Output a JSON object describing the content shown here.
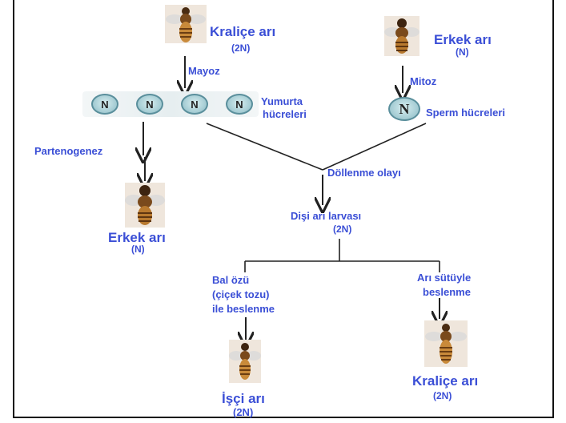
{
  "queen_top": {
    "title": "Kraliçe arı",
    "ploidy": "(2N)"
  },
  "drone_top": {
    "title": "Erkek arı",
    "ploidy": "(N)"
  },
  "mayoz": "Mayoz",
  "mitoz": "Mitoz",
  "egg_cells": {
    "symbol": "N",
    "label_line1": "Yumurta",
    "label_line2": "hücreleri"
  },
  "sperm": {
    "symbol": "N",
    "label": "Sperm hücreleri"
  },
  "partenogenez": "Partenogenez",
  "drone_bottom": {
    "title": "Erkek arı",
    "ploidy": "(N)"
  },
  "fertilization": "Döllenme olayı",
  "larva": {
    "title": "Dişi arı larvası",
    "ploidy": "(2N)"
  },
  "left_feed": {
    "line1": "Bal özü",
    "line2": "(çiçek tozu)",
    "line3": "ile beslenme"
  },
  "right_feed": {
    "line1": "Arı sütüyle",
    "line2": "beslenme"
  },
  "worker": {
    "title": "İşçi arı",
    "ploidy": "(2N)"
  },
  "queen_bottom": {
    "title": "Kraliçe arı",
    "ploidy": "(2N)"
  },
  "colors": {
    "label": "#3b4fd6",
    "cell_fill": "#a9cfd6",
    "bee_body": "#c98a3a"
  }
}
